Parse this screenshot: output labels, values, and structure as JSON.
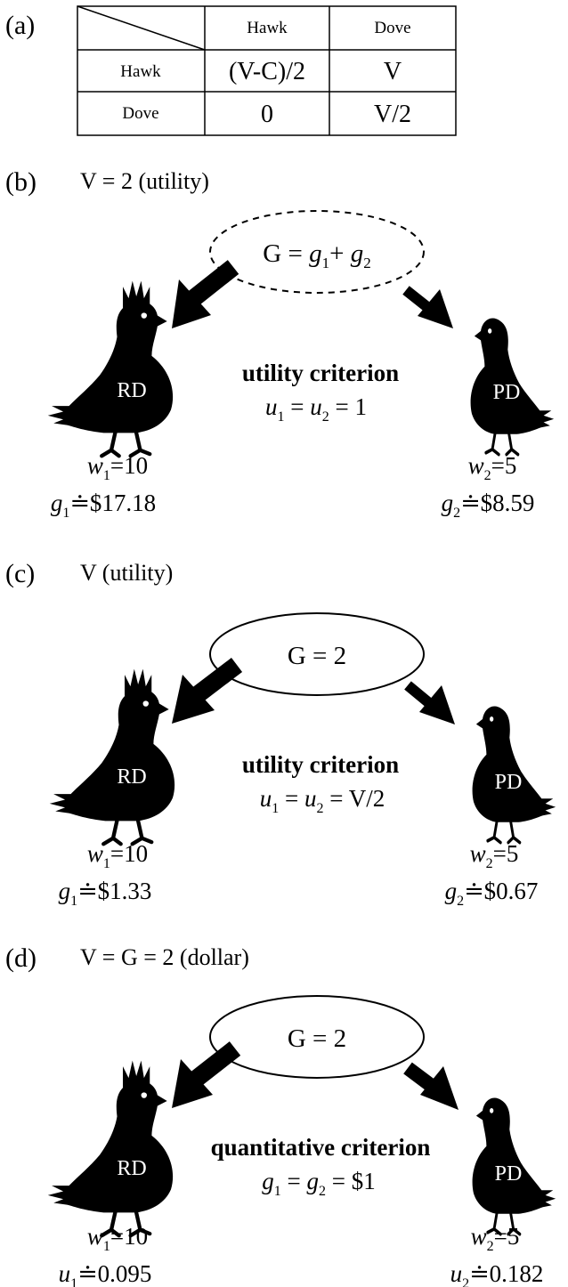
{
  "panel_a": {
    "label": "(a)",
    "col_headers": [
      "Hawk",
      "Dove"
    ],
    "row_headers": [
      "Hawk",
      "Dove"
    ],
    "cells": [
      [
        "(V-C)/2",
        "V"
      ],
      [
        "0",
        "V/2"
      ]
    ]
  },
  "panel_b": {
    "label": "(b)",
    "heading": "V = 2 (utility)",
    "pool": {
      "prefix": "G = ",
      "t1": "g",
      "s1": "1",
      "plus": "+ ",
      "t2": "g",
      "s2": "2",
      "style": "dashed"
    },
    "left_bird": "RD",
    "right_bird": "PD",
    "criterion": "utility criterion",
    "condition": {
      "a": "u",
      "as": "1",
      "mid": " = ",
      "b": "u",
      "bs": "2",
      "rest": " = 1"
    },
    "left_stats": {
      "w_var": "w",
      "w_sub": "1",
      "w_val": "=10",
      "v_var": "g",
      "v_sub": "1",
      "v_val": "≐$17.18"
    },
    "right_stats": {
      "w_var": "w",
      "w_sub": "2",
      "w_val": "=5",
      "v_var": "g",
      "v_sub": "2",
      "v_val": "≐$8.59"
    }
  },
  "panel_c": {
    "label": "(c)",
    "heading": "V (utility)",
    "pool": {
      "text": "G = 2",
      "style": "solid"
    },
    "left_bird": "RD",
    "right_bird": "PD",
    "criterion": "utility criterion",
    "condition": {
      "a": "u",
      "as": "1",
      "mid": " = ",
      "b": "u",
      "bs": "2",
      "rest": " = V/2"
    },
    "left_stats": {
      "w_var": "w",
      "w_sub": "1",
      "w_val": "=10",
      "v_var": "g",
      "v_sub": "1",
      "v_val": "≐$1.33"
    },
    "right_stats": {
      "w_var": "w",
      "w_sub": "2",
      "w_val": "=5",
      "v_var": "g",
      "v_sub": "2",
      "v_val": "≐$0.67"
    }
  },
  "panel_d": {
    "label": "(d)",
    "heading": "V = G = 2 (dollar)",
    "pool": {
      "text": "G = 2",
      "style": "solid"
    },
    "left_bird": "RD",
    "right_bird": "PD",
    "criterion": "quantitative criterion",
    "condition": {
      "a": "g",
      "as": "1",
      "mid": " = ",
      "b": "g",
      "bs": "2",
      "rest": " = $1"
    },
    "left_stats": {
      "w_var": "w",
      "w_sub": "1",
      "w_val": "=10",
      "v_var": "u",
      "v_sub": "1",
      "v_val": "≐0.095"
    },
    "right_stats": {
      "w_var": "w",
      "w_sub": "2",
      "w_val": "=5",
      "v_var": "u",
      "v_sub": "2",
      "v_val": "≐0.182"
    }
  }
}
